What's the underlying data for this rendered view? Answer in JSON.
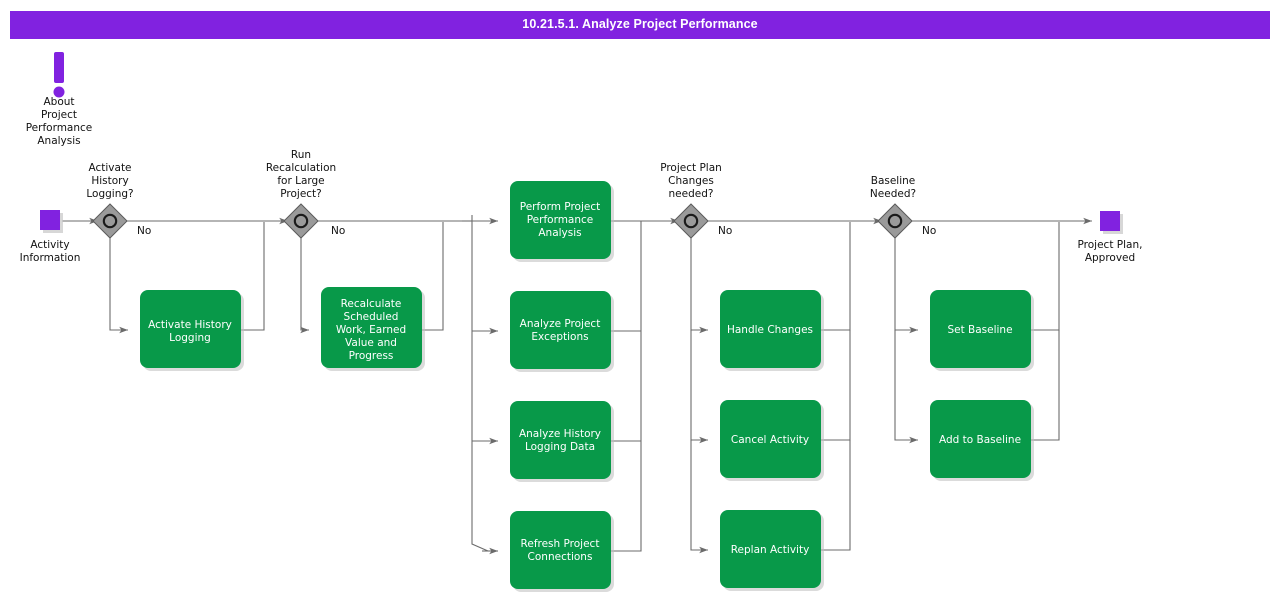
{
  "header": {
    "title": "10.21.5.1. Analyze Project Performance",
    "bar_color": "#8122e0"
  },
  "theme": {
    "task_fill": "#089949",
    "task_text": "#ffffff",
    "event_fill": "#8122e0",
    "gateway_fill": "#9a9a9a",
    "gateway_stroke": "#5a5a5a",
    "connector": "#6b6b6b",
    "background": "#ffffff"
  },
  "annotation": {
    "icon": "exclamation-icon",
    "lines": [
      "About",
      "Project",
      "Performance",
      "Analysis"
    ]
  },
  "events": {
    "start": {
      "name": "start-event",
      "lines": [
        "Activity",
        "Information"
      ]
    },
    "end": {
      "name": "end-event",
      "lines": [
        "Project Plan,",
        "Approved"
      ]
    }
  },
  "gateways": [
    {
      "id": "gw-activate-history-logging",
      "lines": [
        "Activate",
        "History",
        "Logging?"
      ],
      "no_label": "No"
    },
    {
      "id": "gw-run-recalculation",
      "lines": [
        "Run",
        "Recalculation",
        "for Large",
        "Project?"
      ],
      "no_label": "No"
    },
    {
      "id": "gw-project-plan-changes",
      "lines": [
        "Project Plan",
        "Changes",
        "needed?"
      ],
      "no_label": "No"
    },
    {
      "id": "gw-baseline-needed",
      "lines": [
        "Baseline",
        "Needed?"
      ],
      "no_label": "No"
    }
  ],
  "tasks": [
    {
      "id": "task-activate-history-logging",
      "lines": [
        "Activate History",
        "Logging"
      ]
    },
    {
      "id": "task-recalculate-scheduled-work",
      "lines": [
        "Recalculate",
        "Scheduled",
        "Work, Earned",
        "Value and",
        "Progress"
      ]
    },
    {
      "id": "task-perform-project-performance-analysis",
      "lines": [
        "Perform Project",
        "Performance",
        "Analysis"
      ]
    },
    {
      "id": "task-analyze-project-exceptions",
      "lines": [
        "Analyze Project",
        "Exceptions"
      ]
    },
    {
      "id": "task-analyze-history-logging-data",
      "lines": [
        "Analyze History",
        "Logging Data"
      ]
    },
    {
      "id": "task-refresh-project-connections",
      "lines": [
        "Refresh Project",
        "Connections"
      ]
    },
    {
      "id": "task-handle-changes",
      "lines": [
        "Handle Changes"
      ]
    },
    {
      "id": "task-cancel-activity",
      "lines": [
        "Cancel Activity"
      ]
    },
    {
      "id": "task-replan-activity",
      "lines": [
        "Replan Activity"
      ]
    },
    {
      "id": "task-set-baseline",
      "lines": [
        "Set Baseline"
      ]
    },
    {
      "id": "task-add-to-baseline",
      "lines": [
        "Add to Baseline"
      ]
    }
  ]
}
